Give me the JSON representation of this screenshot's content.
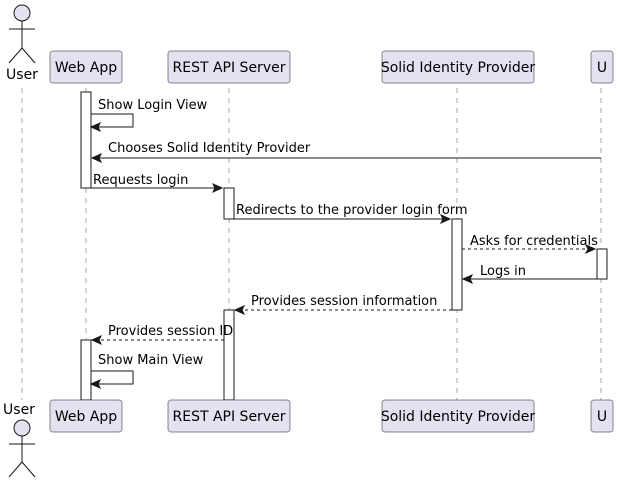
{
  "colors": {
    "participant_fill": "#e2e2f0",
    "border": "#181818",
    "lifeline": "#a8a8a8",
    "activation_fill": "#ffffff"
  },
  "participants": {
    "user": "User",
    "webapp": "Web App",
    "rest": "REST API Server",
    "idp": "Solid Identity Provider",
    "u": "U"
  },
  "messages": [
    {
      "from": "webapp",
      "to": "webapp",
      "label": "Show Login View",
      "style": "solid"
    },
    {
      "from": "u",
      "to": "webapp",
      "label": "Chooses Solid Identity Provider",
      "style": "solid"
    },
    {
      "from": "webapp",
      "to": "rest",
      "label": "Requests login",
      "style": "solid"
    },
    {
      "from": "rest",
      "to": "idp",
      "label": "Redirects to the provider login form",
      "style": "solid"
    },
    {
      "from": "idp",
      "to": "u",
      "label": "Asks for credentials",
      "style": "dashed"
    },
    {
      "from": "u",
      "to": "idp",
      "label": "Logs in",
      "style": "solid"
    },
    {
      "from": "idp",
      "to": "rest",
      "label": "Provides session information",
      "style": "dashed"
    },
    {
      "from": "rest",
      "to": "webapp",
      "label": "Provides session ID",
      "style": "dashed"
    },
    {
      "from": "webapp",
      "to": "webapp",
      "label": "Show Main View",
      "style": "solid"
    }
  ]
}
